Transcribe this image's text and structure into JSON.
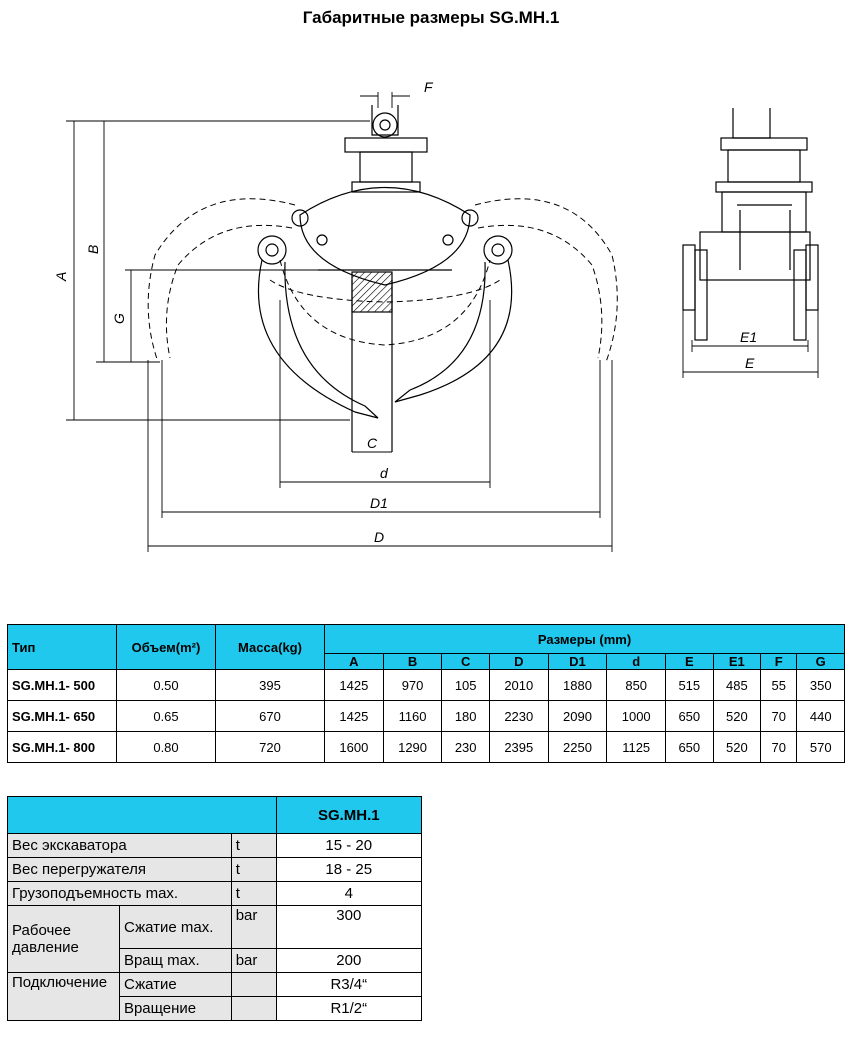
{
  "title": "Габаритные размеры SG.MH.1",
  "drawing": {
    "labels": {
      "A": "A",
      "B": "B",
      "G": "G",
      "F": "F",
      "C": "C",
      "d": "d",
      "D1": "D1",
      "D": "D",
      "E1": "E1",
      "E": "E"
    }
  },
  "specs_table": {
    "header": {
      "type": "Тип",
      "volume": "Объем(m²)",
      "mass": "Масса(kg)",
      "dims": "Размеры (mm)",
      "columns": [
        "A",
        "B",
        "C",
        "D",
        "D1",
        "d",
        "E",
        "E1",
        "F",
        "G"
      ]
    },
    "rows": [
      {
        "type": "SG.MH.1- 500",
        "volume": "0.50",
        "mass": "395",
        "dims": [
          "1425",
          "970",
          "105",
          "2010",
          "1880",
          "850",
          "515",
          "485",
          "55",
          "350"
        ]
      },
      {
        "type": "SG.MH.1- 650",
        "volume": "0.65",
        "mass": "670",
        "dims": [
          "1425",
          "1160",
          "180",
          "2230",
          "2090",
          "1000",
          "650",
          "520",
          "70",
          "440"
        ]
      },
      {
        "type": "SG.MH.1- 800",
        "volume": "0.80",
        "mass": "720",
        "dims": [
          "1600",
          "1290",
          "230",
          "2395",
          "2250",
          "1125",
          "650",
          "520",
          "70",
          "570"
        ]
      }
    ]
  },
  "params_table": {
    "model": "SG.MH.1",
    "excavator_weight": {
      "label": "Вес экскаватора",
      "unit": "t",
      "value": "15 - 20"
    },
    "loader_weight": {
      "label": "Вес перегружателя",
      "unit": "t",
      "value": "18 - 25"
    },
    "capacity": {
      "label": "Грузоподъемность max.",
      "unit": "t",
      "value": "4"
    },
    "working_pressure": {
      "label": "Рабочее давление",
      "close": {
        "label": "Сжатие max.",
        "unit": "bar",
        "value": "300"
      },
      "rotate": {
        "label": "Вращ max.",
        "unit": "bar",
        "value": "200"
      }
    },
    "connection": {
      "label": "Подключение",
      "close": {
        "label": "Сжатие",
        "value": "R3/4“"
      },
      "rotate": {
        "label": "Вращение",
        "value": "R1/2“"
      }
    }
  },
  "colors": {
    "header_bg": "#20c8ee",
    "label_bg": "#e6e6e6"
  }
}
